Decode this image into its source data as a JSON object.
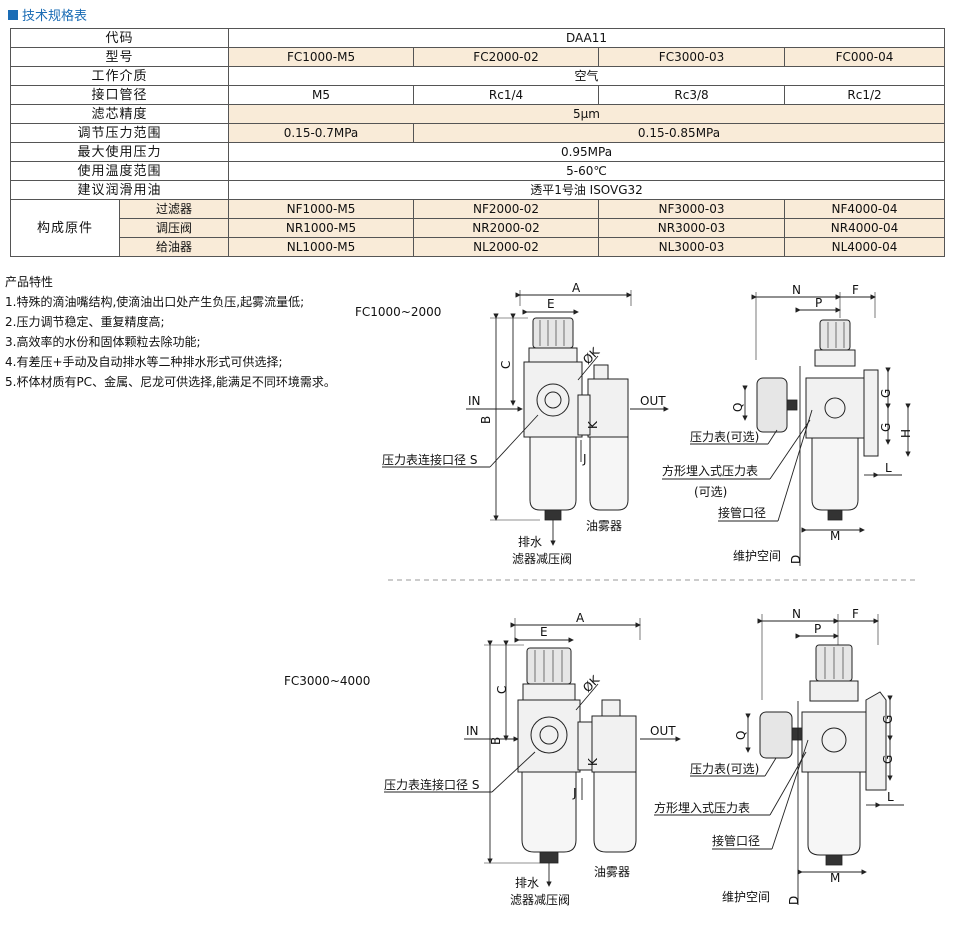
{
  "title": "技术规格表",
  "table": {
    "code_label": "代码",
    "code_value": "DAA11",
    "model_label": "型号",
    "models": [
      "FC1000-M5",
      "FC2000-02",
      "FC3000-03",
      "FC000-04"
    ],
    "medium_label": "工作介质",
    "medium_value": "空气",
    "port_label": "接口管径",
    "ports": [
      "M5",
      "Rc1/4",
      "Rc3/8",
      "Rc1/2"
    ],
    "filter_label": "滤芯精度",
    "filter_value": "5μm",
    "pressure_label": "调节压力范围",
    "pressure_values": [
      "0.15-0.7MPa",
      "0.15-0.85MPa"
    ],
    "max_label": "最大使用压力",
    "max_value": "0.95MPa",
    "temp_label": "使用温度范围",
    "temp_value": "5-60℃",
    "oil_label": "建议润滑用油",
    "oil_value": "透平1号油 ISOVG32",
    "parts_label": "构成原件",
    "parts": [
      {
        "name": "过滤器",
        "values": [
          "NF1000-M5",
          "NF2000-02",
          "NF3000-03",
          "NF4000-04"
        ]
      },
      {
        "name": "调压阀",
        "values": [
          "NR1000-M5",
          "NR2000-02",
          "NR3000-03",
          "NR4000-04"
        ]
      },
      {
        "name": "给油器",
        "values": [
          "NL1000-M5",
          "NL2000-02",
          "NL3000-03",
          "NL4000-04"
        ]
      }
    ]
  },
  "features": {
    "title": "产品特性",
    "items": [
      "1.特殊的滴油嘴结构,使滴油出口处产生负压,起雾流量低;",
      "2.压力调节稳定、重复精度高;",
      "3.高效率的水份和固体颗粒去除功能;",
      "4.有差压+手动及自动排水等二种排水形式可供选择;",
      "5.杯体材质有PC、金属、尼龙可供选择,能满足不同环境需求。"
    ]
  },
  "drawings": {
    "top_series": "FC1000~2000",
    "bottom_series": "FC3000~4000",
    "dims": {
      "A": "A",
      "E": "E",
      "C": "C",
      "K": "ØK",
      "Kk": "K",
      "B": "B",
      "J": "J",
      "N": "N",
      "P": "P",
      "F": "F",
      "Q": "Q",
      "G": "G",
      "H": "H",
      "L": "L",
      "M": "M",
      "D": "D"
    },
    "labels": {
      "in": "IN",
      "out": "OUT",
      "gauge_port": "压力表连接口径 S",
      "drain_1": "排水",
      "drain_2": "滤器减压阀",
      "lubricator": "油雾器",
      "gauge_opt": "压力表(可选)",
      "square_gauge": "方形埋入式压力表",
      "optional": "(可选)",
      "pipe_port": "接管口径",
      "maintenance": "维护空间"
    }
  }
}
